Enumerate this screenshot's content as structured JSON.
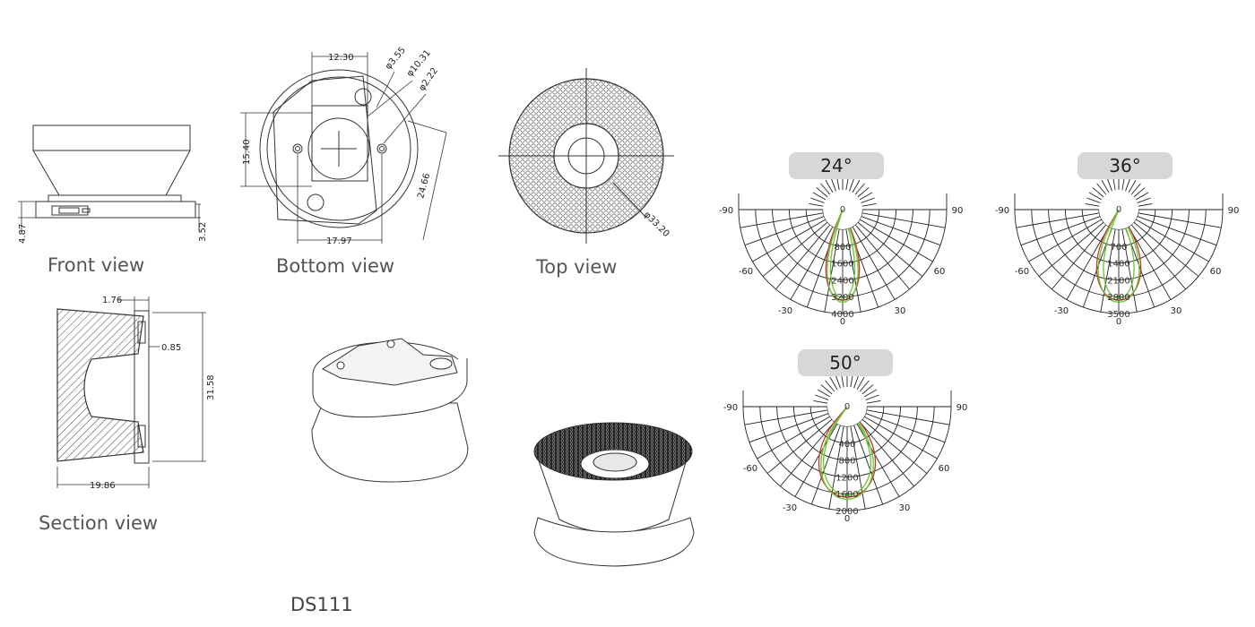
{
  "labels": {
    "front": "Front view",
    "bottom": "Bottom view",
    "top": "Top view",
    "section": "Section view",
    "model": "DS111"
  },
  "dimensions": {
    "front": {
      "height_left": "4.87",
      "height_right": "3.52"
    },
    "bottom": {
      "width_top": "12.30",
      "hole_1": "φ3.55",
      "hole_2": "φ10.31",
      "hole_3": "φ2.22",
      "height_left": "15.40",
      "width_bottom": "17.97",
      "diagonal": "24.66"
    },
    "top": {
      "diameter": "φ33.20"
    },
    "section": {
      "top": "1.76",
      "mid": "0.85",
      "height": "31.58",
      "width": "19.86"
    }
  },
  "polar_charts": [
    {
      "beam": "24°",
      "rings": [
        "0",
        "800",
        "1600",
        "2400",
        "3200",
        "4000"
      ],
      "angles": [
        "-90",
        "-60",
        "-30",
        "0",
        "30",
        "60",
        "90"
      ]
    },
    {
      "beam": "36°",
      "rings": [
        "0",
        "700",
        "1400",
        "2100",
        "2800",
        "3500"
      ],
      "angles": [
        "-90",
        "-60",
        "-30",
        "0",
        "30",
        "60",
        "90"
      ]
    },
    {
      "beam": "50°",
      "rings": [
        "0",
        "400",
        "800",
        "1200",
        "1600",
        "2000"
      ],
      "angles": [
        "-90",
        "-60",
        "-30",
        "0",
        "30",
        "60",
        "90"
      ]
    }
  ],
  "colors": {
    "curve_green": "#6fc23a",
    "curve_red": "#c0392b",
    "pill_bg": "#d7d7d7"
  }
}
